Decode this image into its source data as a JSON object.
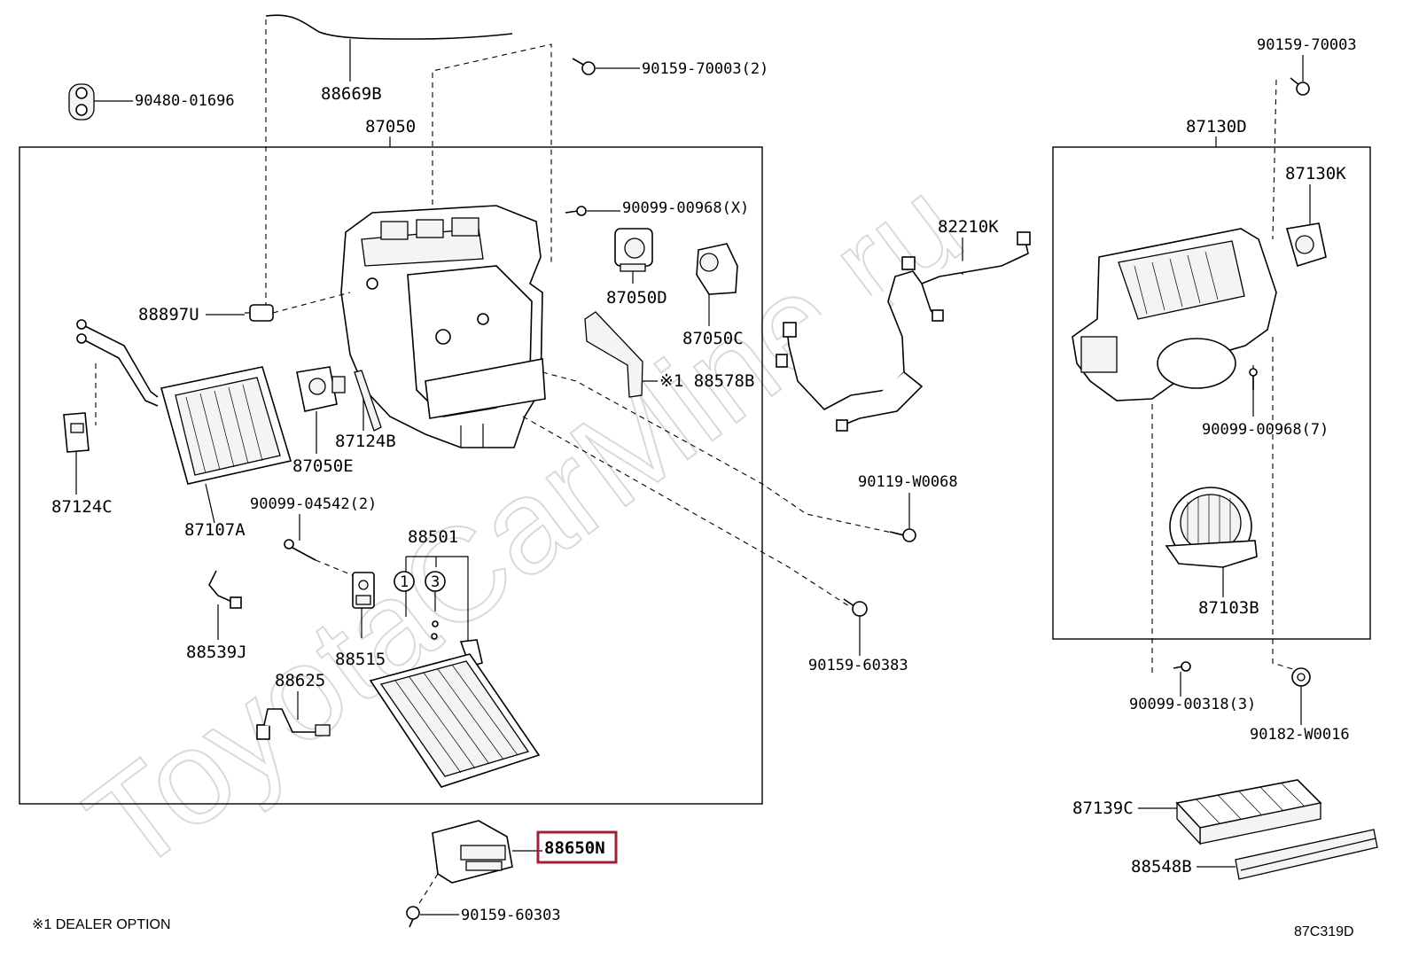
{
  "diagram": {
    "watermark": "ToyotaCarMine.ru",
    "code": "87C319D",
    "footnote": "※1 DEALER OPTION",
    "labels": {
      "p90480_01696": "90480-01696",
      "p88669B": "88669B",
      "p87050": "87050",
      "p90159_70003_2": "90159-70003(2)",
      "p90099_00968_X": "90099-00968(X)",
      "p88897U": "88897U",
      "p87050D": "87050D",
      "p87050C": "87050C",
      "p88578B": "※1 88578B",
      "p87124B": "87124B",
      "p87050E": "87050E",
      "p87124C": "87124C",
      "p87107A": "87107A",
      "p90099_04542_2": "90099-04542(2)",
      "p88501": "88501",
      "c1": "1",
      "c3": "3",
      "p88539J": "88539J",
      "p88515": "88515",
      "p88625": "88625",
      "p82210K": "82210K",
      "p90119_W0068": "90119-W0068",
      "p90159_60383": "90159-60383",
      "p90159_70003": "90159-70003",
      "p87130D": "87130D",
      "p87130K": "87130K",
      "p90099_00968_7": "90099-00968(7)",
      "p87103B": "87103B",
      "p90099_00318_3": "90099-00318(3)",
      "p90182_W0016": "90182-W0016",
      "p87139C": "87139C",
      "p88548B": "88548B",
      "p88650N": "88650N",
      "p90159_60303": "90159-60303"
    },
    "highlight_color": "#a0203a"
  }
}
